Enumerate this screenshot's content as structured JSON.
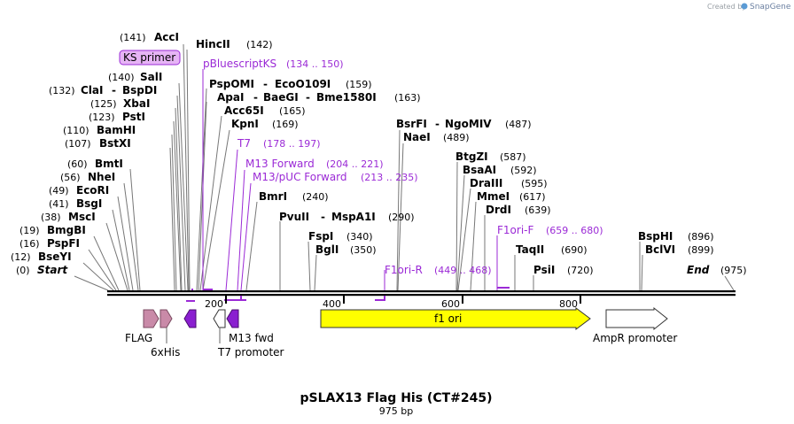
{
  "brand": {
    "prefix": "Created by",
    "name": "SnapGene"
  },
  "title": "pSLAX13 Flag His (CT#245)",
  "subtitle": "975 bp",
  "ticks": [
    "200",
    "400",
    "600",
    "800"
  ],
  "enzymes": [
    {
      "pos": "(141)",
      "name": "AccI"
    },
    {
      "name": "HincII",
      "pos": "(142)"
    },
    {
      "pos": "(140)",
      "name": "SalI"
    },
    {
      "pos": "(132)",
      "name": "ClaI",
      "sep": "-",
      "name2": "BspDI"
    },
    {
      "pos": "(125)",
      "name": "XbaI"
    },
    {
      "pos": "(123)",
      "name": "PstI"
    },
    {
      "pos": "(110)",
      "name": "BamHI"
    },
    {
      "pos": "(107)",
      "name": "BstXI"
    },
    {
      "pos": "(60)",
      "name": "BmtI"
    },
    {
      "pos": "(56)",
      "name": "NheI"
    },
    {
      "pos": "(49)",
      "name": "EcoRI"
    },
    {
      "pos": "(41)",
      "name": "BsgI"
    },
    {
      "pos": "(38)",
      "name": "MscI"
    },
    {
      "pos": "(19)",
      "name": "BmgBI"
    },
    {
      "pos": "(16)",
      "name": "PspFI"
    },
    {
      "pos": "(12)",
      "name": "BseYI"
    },
    {
      "pos": "(0)",
      "name": "Start"
    },
    {
      "name": "PspOMI",
      "sep": "-",
      "name2": "EcoO109I",
      "pos": "(159)"
    },
    {
      "name": "ApaI",
      "sep": "-",
      "name2": "BaeGI",
      "sep2": "-",
      "name3": "Bme1580I",
      "pos": "(163)"
    },
    {
      "name": "Acc65I",
      "pos": "(165)"
    },
    {
      "name": "KpnI",
      "pos": "(169)"
    },
    {
      "name": "BmrI",
      "pos": "(240)"
    },
    {
      "name": "PvuII",
      "sep": "-",
      "name2": "MspA1I",
      "pos": "(290)"
    },
    {
      "name": "FspI",
      "pos": "(340)"
    },
    {
      "name": "BglI",
      "pos": "(350)"
    },
    {
      "name": "BsrFI",
      "sep": "-",
      "name2": "NgoMIV",
      "pos": "(487)"
    },
    {
      "name": "NaeI",
      "pos": "(489)"
    },
    {
      "name": "BtgZI",
      "pos": "(587)"
    },
    {
      "name": "BsaAI",
      "pos": "(592)"
    },
    {
      "name": "DraIII",
      "pos": "(595)"
    },
    {
      "name": "MmeI",
      "pos": "(617)"
    },
    {
      "name": "DrdI",
      "pos": "(639)"
    },
    {
      "name": "TaqII",
      "pos": "(690)"
    },
    {
      "name": "PsiI",
      "pos": "(720)"
    },
    {
      "name": "BspHI",
      "pos": "(896)"
    },
    {
      "name": "BclVI",
      "pos": "(899)"
    },
    {
      "name": "End",
      "pos": "(975)"
    }
  ],
  "primers": [
    {
      "name": "KS primer"
    },
    {
      "name": "pBluescriptKS",
      "range": "(134 .. 150)"
    },
    {
      "name": "T7",
      "range": "(178 .. 197)"
    },
    {
      "name": "M13 Forward",
      "range": "(204 .. 221)"
    },
    {
      "name": "M13/pUC Forward",
      "range": "(213 .. 235)"
    },
    {
      "name": "F1ori-R",
      "range": "(449 .. 468)"
    },
    {
      "name": "F1ori-F",
      "range": "(659 .. 680)"
    }
  ],
  "features": [
    {
      "name": "FLAG"
    },
    {
      "name": "6xHis"
    },
    {
      "name": "M13 fwd"
    },
    {
      "name": "T7 promoter"
    },
    {
      "name": "f1 ori"
    },
    {
      "name": "AmpR promoter"
    }
  ],
  "colors": {
    "primer": "#9b2ad6",
    "primer_box_fill": "#e6b4f5",
    "flag_fill": "#c98aa8",
    "his_fill": "#c98aa8",
    "m13_fill": "#8a1fd0",
    "t7_fill": "#ffffff",
    "f1ori_fill": "#ffff00",
    "ampr_fill": "#ffffff",
    "backbone": "#000000",
    "leader": "#777777"
  }
}
